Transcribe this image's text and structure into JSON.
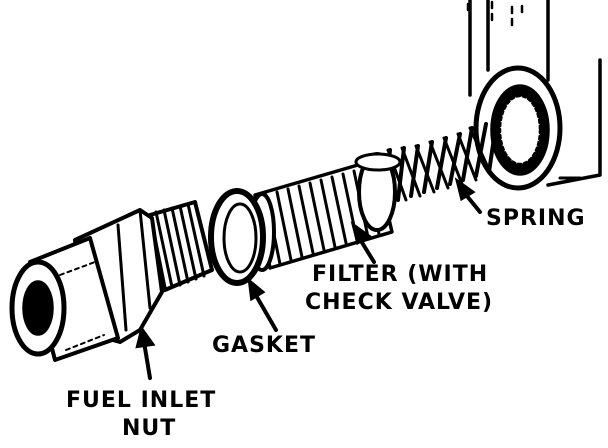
{
  "labels": {
    "spring": "SPRING",
    "filter_line1": "FILTER (WITH",
    "filter_line2": "CHECK VALVE)",
    "gasket": "GASKET",
    "nut_line1": "FUEL INLET",
    "nut_line2": "NUT"
  },
  "colors": {
    "ink": "#000000",
    "paper": "#ffffff"
  }
}
